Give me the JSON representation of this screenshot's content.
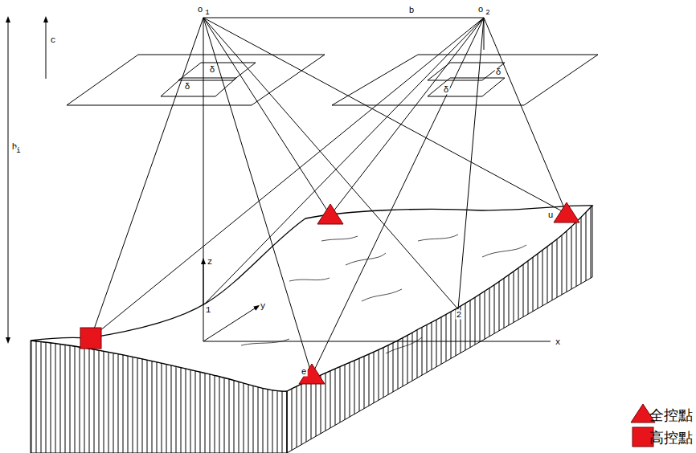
{
  "diagram": {
    "labels": [
      "o",
      "1",
      "o",
      "2",
      "b",
      "c",
      "h",
      "i",
      "δ",
      "δ",
      "δ",
      "δ",
      "z",
      "y",
      "x",
      "1",
      "2",
      "u",
      "e"
    ],
    "legend": [
      {
        "text": "全控點"
      },
      {
        "text": "高控點"
      }
    ]
  }
}
